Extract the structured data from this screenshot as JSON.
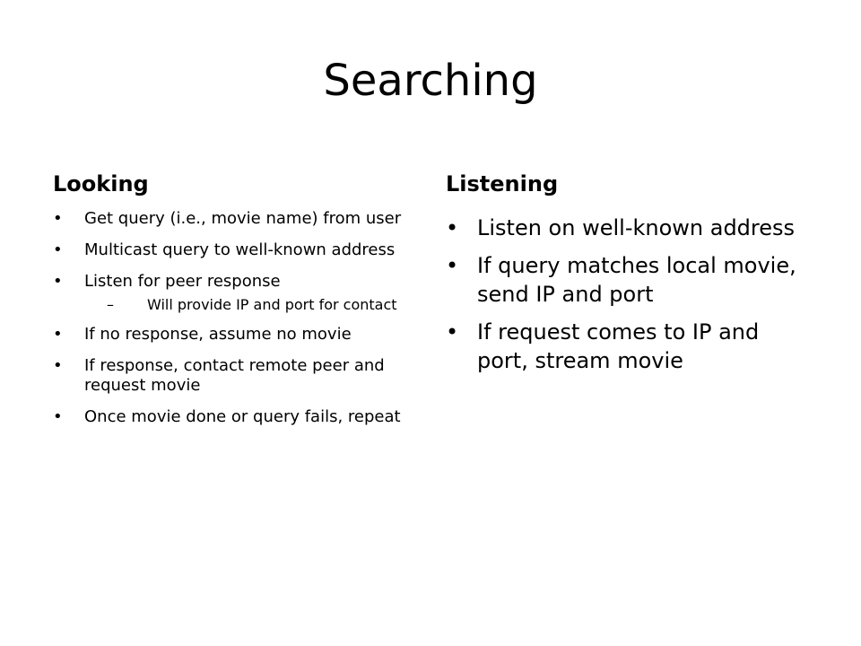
{
  "slide": {
    "title": "Searching",
    "left": {
      "heading": "Looking",
      "items": [
        {
          "text": "Get query (i.e., movie name) from user"
        },
        {
          "text": "Multicast query to well-known address"
        },
        {
          "text": "Listen for peer response",
          "sub": [
            "Will provide IP and port for contact"
          ]
        },
        {
          "text": "If no response, assume no movie"
        },
        {
          "text": "If response, contact remote peer and request movie"
        },
        {
          "text": "Once movie done or query fails, repeat"
        }
      ]
    },
    "right": {
      "heading": "Listening",
      "items": [
        {
          "text": "Listen on well-known address"
        },
        {
          "text": "If query matches local movie, send IP and port"
        },
        {
          "text": "If request comes to IP and port, stream movie"
        }
      ]
    }
  },
  "glyphs": {
    "bullet": "•",
    "dash": "–"
  }
}
